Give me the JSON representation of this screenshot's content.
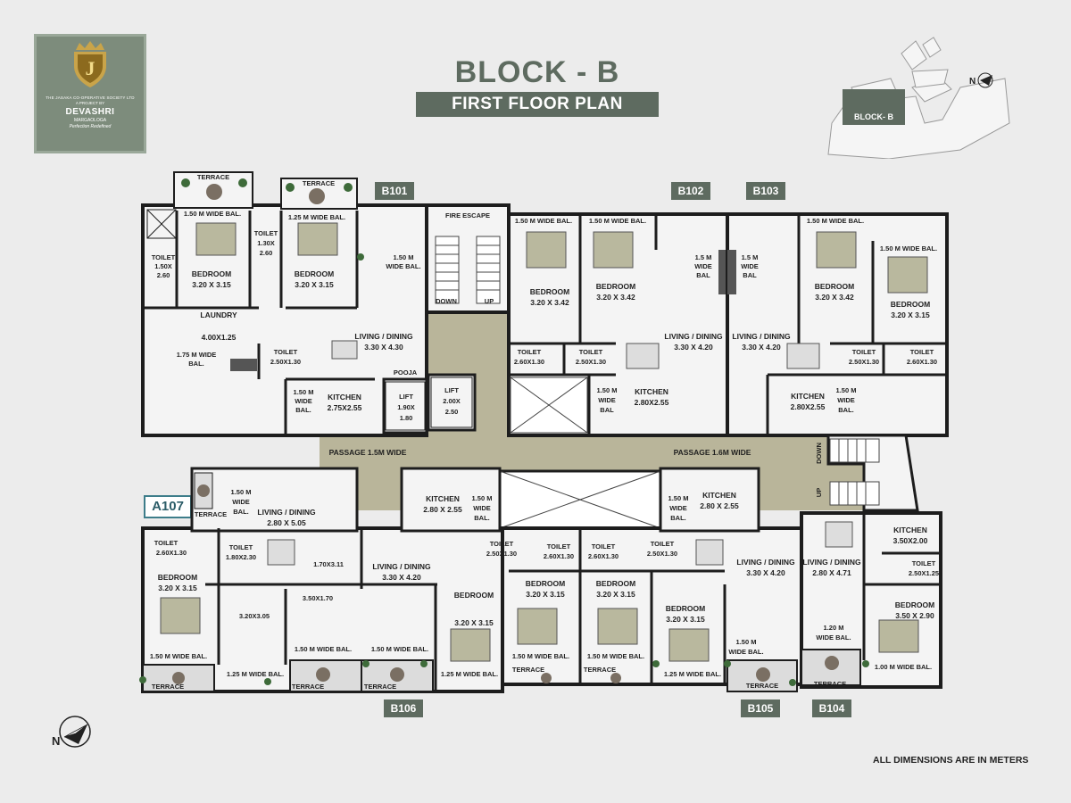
{
  "logo": {
    "line1": "THE JASAKA CO-OPERATIVE SOCIETY LTD",
    "line2": "A PROJECT BY",
    "brand": "DEVASHRI",
    "line4": "MARGAOLOGA",
    "tagline": "Perfection Redefined"
  },
  "header": {
    "title": "BLOCK - B",
    "subtitle": "FIRST FLOOR PLAN"
  },
  "keymap": {
    "label": "BLOCK- B",
    "north": "N"
  },
  "units": {
    "b101": "B101",
    "b102": "B102",
    "b103": "B103",
    "b104": "B104",
    "b105": "B105",
    "b106": "B106",
    "a107": "A107"
  },
  "rooms": {
    "terrace": "TERRACE",
    "fire_escape": "FIRE ESCAPE",
    "down": "DOWN",
    "up": "UP",
    "pooja": "POOJA",
    "lift1_a": "LIFT",
    "lift1_b": "1.90X",
    "lift1_c": "1.80",
    "lift2_a": "LIFT",
    "lift2_b": "2.00X",
    "lift2_c": "2.50",
    "passage_left": "PASSAGE 1.5M WIDE",
    "passage_right": "PASSAGE 1.6M WIDE",
    "b101_toilet1_a": "TOILET",
    "b101_toilet1_b": "1.50X",
    "b101_toilet1_c": "2.60",
    "b101_bal1": "1.50 M WIDE BAL.",
    "b101_bed1_a": "BEDROOM",
    "b101_bed1_b": "3.20 X 3.15",
    "b101_toilet2_a": "TOILET",
    "b101_toilet2_b": "1.30X",
    "b101_toilet2_c": "2.60",
    "b101_bal2": "1.25 M WIDE BAL.",
    "b101_bed2_a": "BEDROOM",
    "b101_bed2_b": "3.20 X 3.15",
    "b101_bal3_a": "1.50 M",
    "b101_bal3_b": "WIDE BAL.",
    "b101_laundry_a": "LAUNDRY",
    "b101_laundry_b": "4.00X1.25",
    "b101_bal4_a": "1.75 M WIDE",
    "b101_bal4_b": "BAL.",
    "b101_living_a": "LIVING / DINING",
    "b101_living_b": "3.30 X 4.30",
    "b101_toilet3_a": "TOILET",
    "b101_toilet3_b": "2.50X1.30",
    "b101_bal5_a": "1.50 M",
    "b101_bal5_b": "WIDE",
    "b101_bal5_c": "BAL.",
    "b101_kitchen_a": "KITCHEN",
    "b101_kitchen_b": "2.75X2.55",
    "b102_bal1": "1.50 M WIDE BAL.",
    "b102_bal2": "1.50 M WIDE BAL.",
    "b102_bed1_a": "BEDROOM",
    "b102_bed1_b": "3.20 X 3.42",
    "b102_bed2_a": "BEDROOM",
    "b102_bed2_b": "3.20 X 3.42",
    "b102_bal3_a": "1.5 M",
    "b102_bal3_b": "WIDE",
    "b102_bal3_c": "BAL",
    "b102_living_a": "LIVING / DINING",
    "b102_living_b": "3.30 X 4.20",
    "b102_toilet1_a": "TOILET",
    "b102_toilet1_b": "2.60X1.30",
    "b102_toilet2_a": "TOILET",
    "b102_toilet2_b": "2.50X1.30",
    "b102_bal4_a": "1.50 M",
    "b102_bal4_b": "WIDE",
    "b102_bal4_c": "BAL",
    "b102_kitchen_a": "KITCHEN",
    "b102_kitchen_b": "2.80X2.55",
    "b103_bal1_a": "1.5 M",
    "b103_bal1_b": "WIDE",
    "b103_bal1_c": "BAL",
    "b103_bal2": "1.50 M WIDE BAL.",
    "b103_bal3": "1.50 M WIDE BAL.",
    "b103_bed1_a": "BEDROOM",
    "b103_bed1_b": "3.20 X 3.42",
    "b103_bed2_a": "BEDROOM",
    "b103_bed2_b": "3.20 X 3.15",
    "b103_living_a": "LIVING / DINING",
    "b103_living_b": "3.30 X 4.20",
    "b103_toilet1_a": "TOILET",
    "b103_toilet1_b": "2.50X1.30",
    "b103_toilet2_a": "TOILET",
    "b103_toilet2_b": "2.60X1.30",
    "b103_kitchen_a": "KITCHEN",
    "b103_kitchen_b": "2.80X2.55",
    "b103_bal4_a": "1.50 M",
    "b103_bal4_b": "WIDE",
    "b103_bal4_c": "BAL.",
    "a107_bal_a": "1.50 M",
    "a107_bal_b": "WIDE",
    "a107_bal_c": "BAL.",
    "a107_living_a": "LIVING / DINING",
    "a107_living_b": "2.80 X 5.05",
    "a107_toilet1_a": "TOILET",
    "a107_toilet1_b": "2.60X1.30",
    "a107_toilet2_a": "TOILET",
    "a107_toilet2_b": "1.80X2.30",
    "a107_room1": "1.70X3.11",
    "b106_bed_a": "BEDROOM",
    "b106_bed_b": "3.20 X 3.15",
    "b106_room1": "3.20X3.05",
    "b106_room2": "3.50X1.70",
    "b106_bal1": "1.50 M WIDE BAL.",
    "b106_bal2": "1.25 M WIDE BAL.",
    "b106_bal3": "1.50 M WIDE BAL.",
    "b106_bal4": "1.50 M WIDE BAL.",
    "b106_kitchen_a": "KITCHEN",
    "b106_kitchen_b": "2.80 X 2.55",
    "b106_bal5_a": "1.50 M",
    "b106_bal5_b": "WIDE",
    "b106_bal5_c": "BAL.",
    "b106_living_a": "LIVING / DINING",
    "b106_living_b": "3.30 X 4.20",
    "b106_toilet1_a": "TOILET",
    "b106_toilet1_b": "2.50X1.30",
    "b106_toilet2_a": "TOILET",
    "b106_toilet2_b": "2.60X1.30",
    "b106_bed2_a": "BEDROOM",
    "b106_bed2_b": "3.20 X 3.15",
    "b106_bed3_a": "BEDROOM",
    "b106_bed3_b": "3.20 X 3.15",
    "b106_bal6": "1.25 M WIDE BAL.",
    "b106_bal7": "1.50 M WIDE BAL.",
    "b105_toilet1_a": "TOILET",
    "b105_toilet1_b": "2.60X1.30",
    "b105_toilet2_a": "TOILET",
    "b105_toilet2_b": "2.50X1.30",
    "b105_bed1_a": "BEDROOM",
    "b105_bed1_b": "3.20 X 3.15",
    "b105_bed2_a": "BEDROOM",
    "b105_bed2_b": "3.20 X 3.15",
    "b105_kitchen_a": "KITCHEN",
    "b105_kitchen_b": "2.80 X 2.55",
    "b105_bal1_a": "1.50 M",
    "b105_bal1_b": "WIDE",
    "b105_bal1_c": "BAL.",
    "b105_living_a": "LIVING / DINING",
    "b105_living_b": "3.30 X 4.20",
    "b105_bal2": "1.50 M WIDE BAL.",
    "b105_bal3": "1.25 M WIDE BAL.",
    "b105_bal4_a": "1.50 M",
    "b105_bal4_b": "WIDE BAL.",
    "b104_living_a": "LIVING / DINING",
    "b104_living_b": "2.80 X 4.71",
    "b104_kitchen_a": "KITCHEN",
    "b104_kitchen_b": "3.50X2.00",
    "b104_toilet_a": "TOILET",
    "b104_toilet_b": "2.50X1.25",
    "b104_bed_a": "BEDROOM",
    "b104_bed_b": "3.50 X 2.90",
    "b104_bal1_a": "1.20 M",
    "b104_bal1_b": "WIDE BAL.",
    "b104_bal2": "1.00 M WIDE BAL."
  },
  "north": "N",
  "footnote": "ALL DIMENSIONS ARE IN METERS",
  "colors": {
    "brand_green": "#5e6b60",
    "wall": "#1d1d1d",
    "passage": "#b9b59a",
    "floor": "#f2f2f2"
  }
}
